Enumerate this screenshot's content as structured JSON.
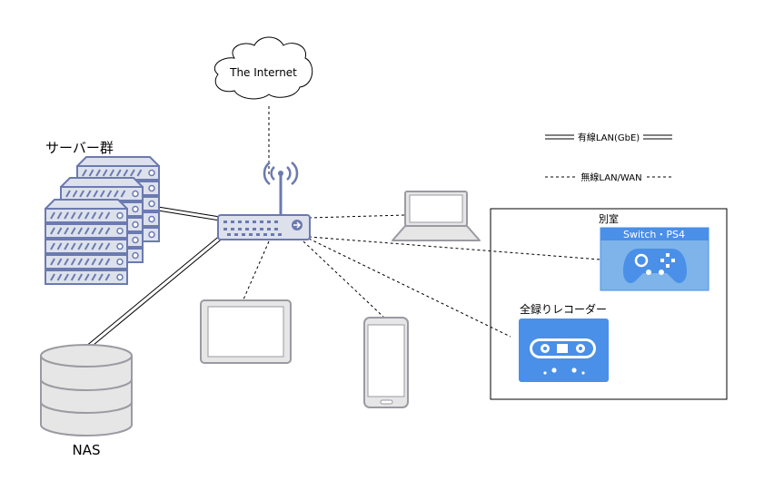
{
  "internet": {
    "label": "The Internet"
  },
  "servers": {
    "label": "サーバー群"
  },
  "nas": {
    "label": "NAS"
  },
  "legend": {
    "wired": "有線LAN(GbE)",
    "wireless": "無線LAN/WAN"
  },
  "room": {
    "label": "別室",
    "switch_label": "Switch・PS4",
    "recorder_label": "全録りレコーダー"
  },
  "colors": {
    "device_fill": "#dde1ec",
    "device_stroke": "#6b7ab0",
    "gray_fill": "#e6e6e6",
    "gray_stroke": "#9a9aa2",
    "blue_bright": "#4a8fe8",
    "blue_light": "#7eb4ea",
    "line": "#000000"
  },
  "icons": [
    "cloud-icon",
    "router-icon",
    "server-rack-icon",
    "database-icon",
    "laptop-icon",
    "tablet-icon",
    "smartphone-icon",
    "gamepad-icon",
    "cassette-icon"
  ]
}
